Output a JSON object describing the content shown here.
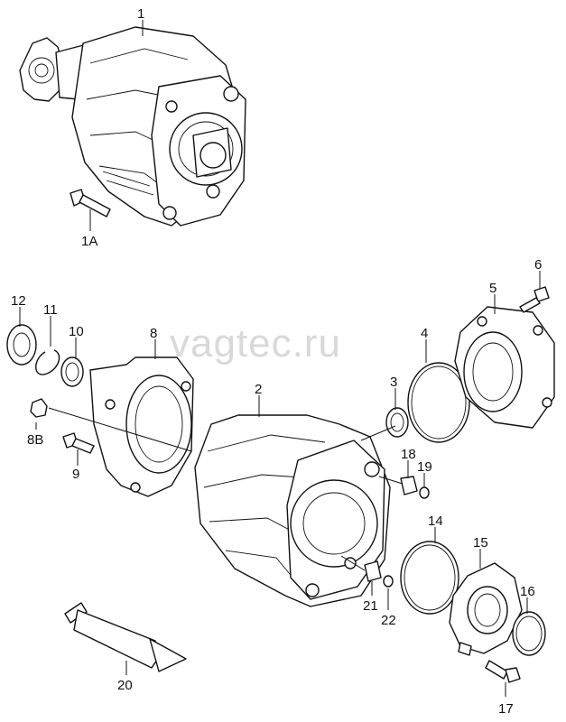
{
  "watermark": "vagtec.ru",
  "callouts": {
    "c1": "1",
    "c1A": "1A",
    "c2": "2",
    "c3": "3",
    "c4": "4",
    "c5": "5",
    "c6": "6",
    "c8": "8",
    "c8B": "8B",
    "c9": "9",
    "c10": "10",
    "c11": "11",
    "c12": "12",
    "c14": "14",
    "c15": "15",
    "c16": "16",
    "c17": "17",
    "c18": "18",
    "c19": "19",
    "c20": "20",
    "c21": "21",
    "c22": "22"
  }
}
